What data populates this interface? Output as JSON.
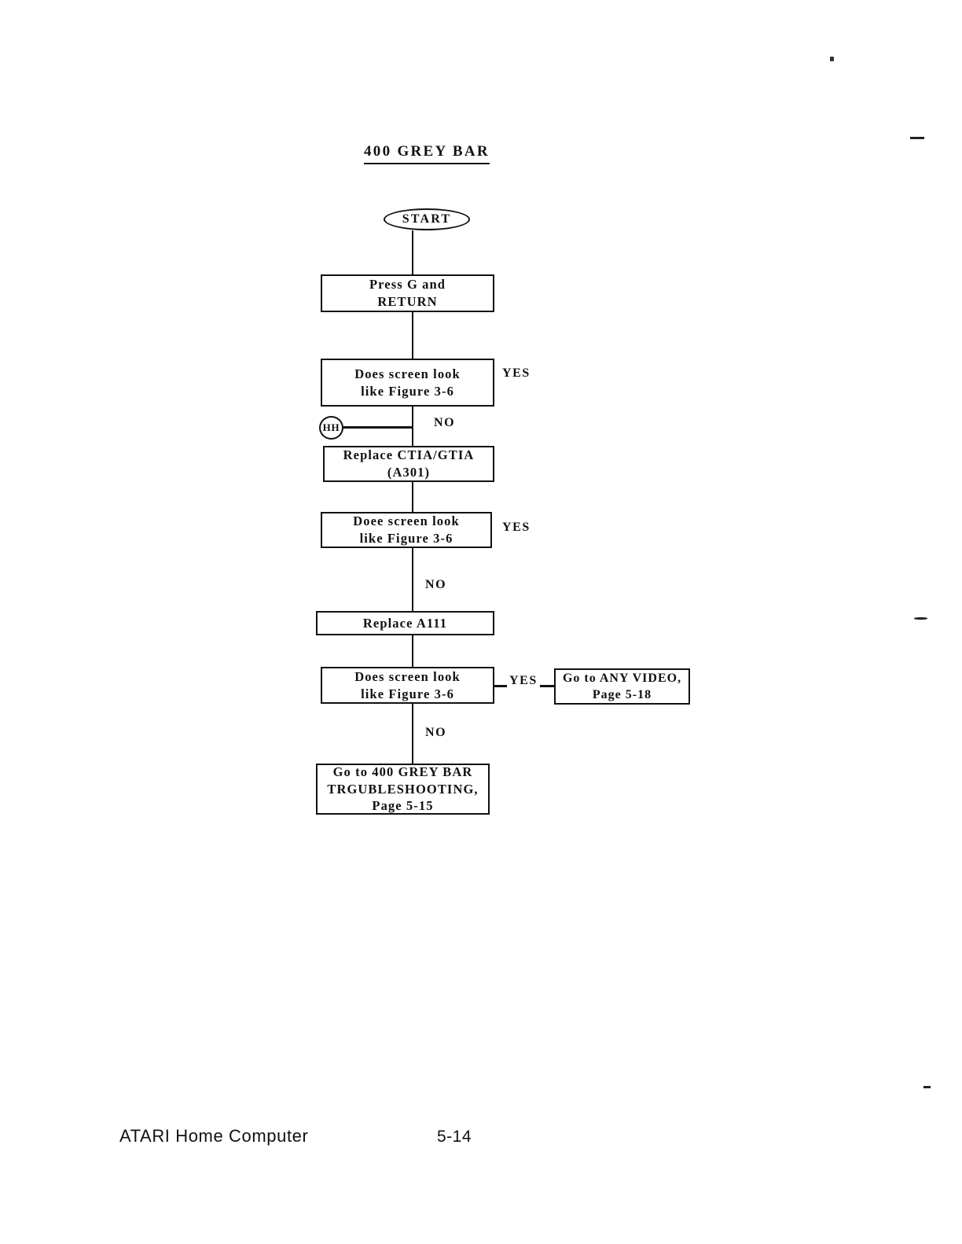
{
  "document": {
    "title": "400 GREY BAR",
    "footer_left": "ATARI Home Computer",
    "footer_page": "5-14"
  },
  "flowchart": {
    "type": "flowchart",
    "nodes": [
      {
        "id": "start",
        "shape": "terminator",
        "lines": [
          "START"
        ]
      },
      {
        "id": "press_g",
        "shape": "process",
        "lines": [
          "Press G and",
          "RETURN"
        ]
      },
      {
        "id": "decision_1",
        "shape": "process",
        "lines": [
          "Does screen look",
          "like Figure 3-6"
        ]
      },
      {
        "id": "connector_hh",
        "shape": "connector",
        "lines": [
          "HH"
        ]
      },
      {
        "id": "replace_ctia",
        "shape": "process",
        "lines": [
          "Replace CTIA/GTIA",
          "(A301)"
        ]
      },
      {
        "id": "decision_2",
        "shape": "process",
        "lines": [
          "Doee screen look",
          "like Figure 3-6"
        ]
      },
      {
        "id": "replace_a111",
        "shape": "process",
        "lines": [
          "Replace A111"
        ]
      },
      {
        "id": "decision_3",
        "shape": "process",
        "lines": [
          "Does screen look",
          "like Figure 3-6"
        ]
      },
      {
        "id": "any_video",
        "shape": "process",
        "lines": [
          "Go to ANY VIDEO,",
          "Page 5-18"
        ]
      },
      {
        "id": "grey_bar_ts",
        "shape": "process",
        "lines": [
          "Go to 400 GREY BAR",
          "TRGUBLESHOOTING,",
          "Page 5-15"
        ]
      }
    ],
    "branch_labels": {
      "yes_1": "YES",
      "no_1": "NO",
      "yes_2": "YES",
      "no_2": "NO",
      "yes_3": "YES",
      "no_3": "NO"
    }
  },
  "colors": {
    "ink": "#111111",
    "paper": "#ffffff"
  }
}
